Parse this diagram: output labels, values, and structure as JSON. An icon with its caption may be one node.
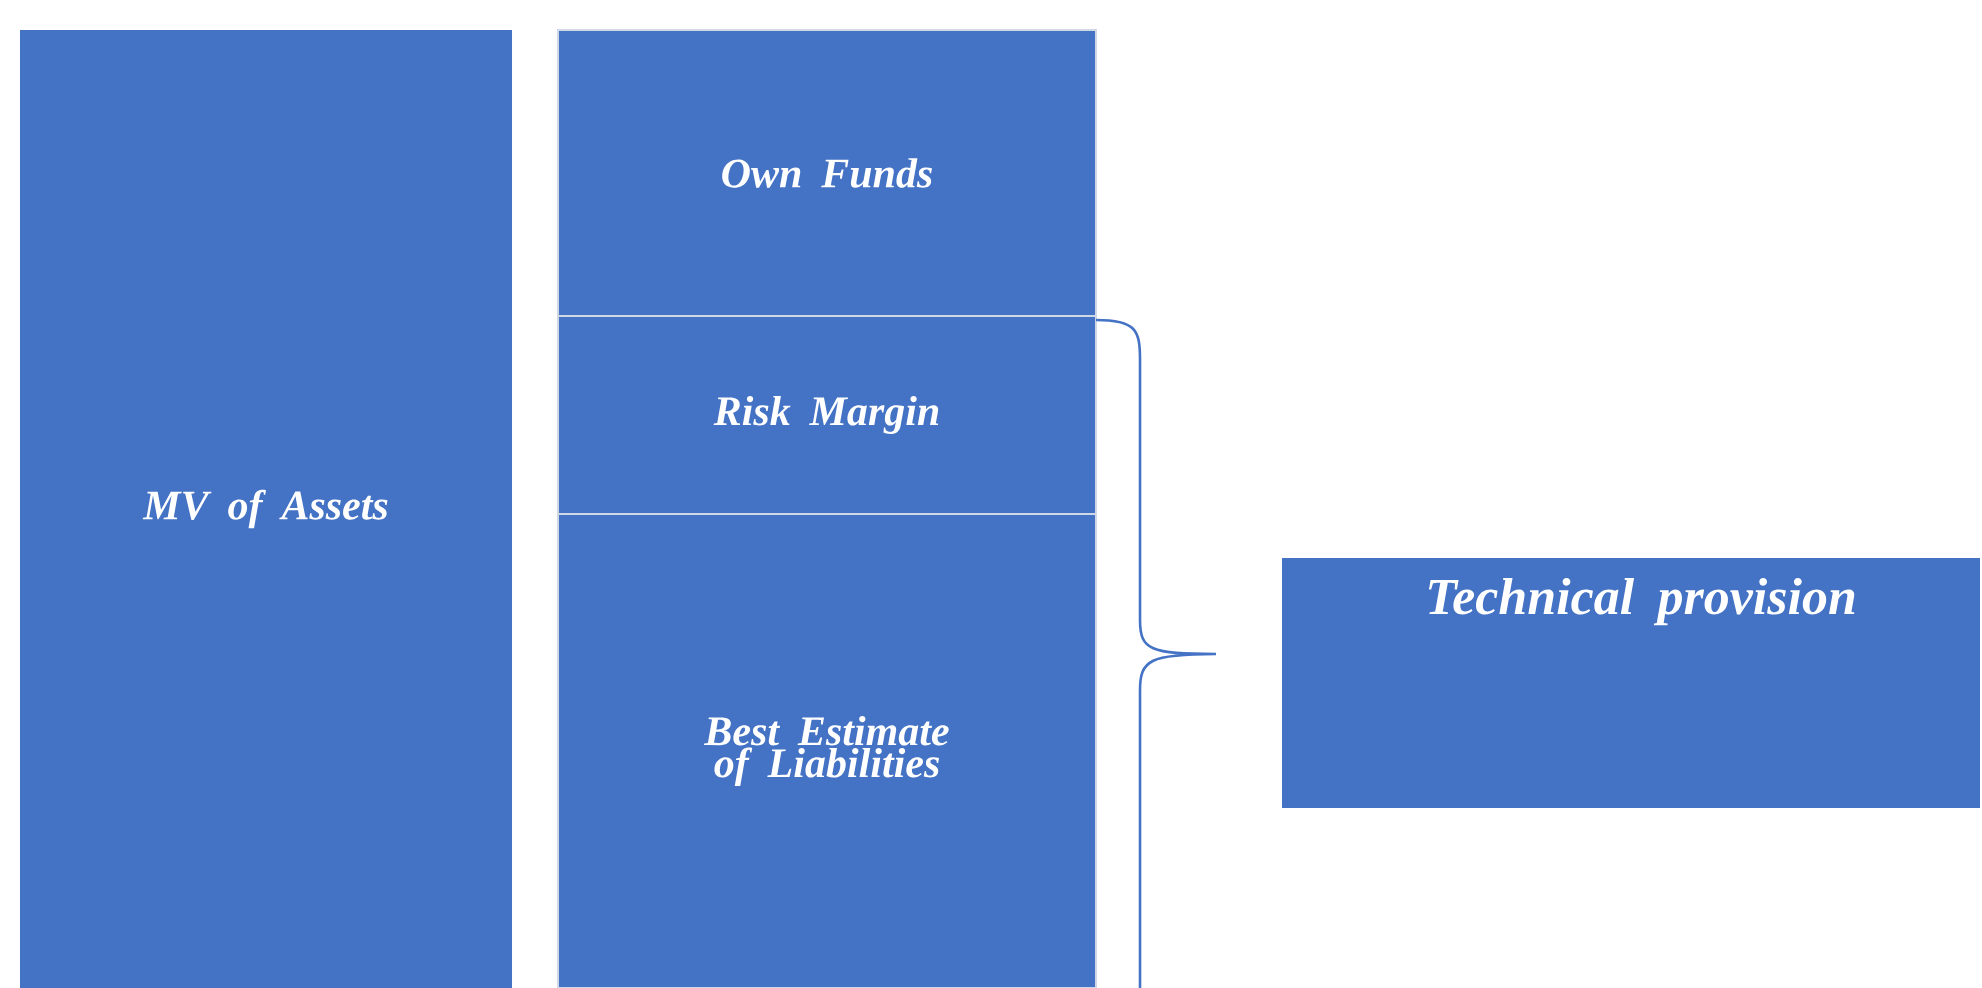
{
  "diagram": {
    "nodes": [
      {
        "text": [
          "MV of Assets"
        ]
      },
      {
        "text": [
          "Own Funds"
        ]
      },
      {
        "text": [
          "Risk Margin"
        ]
      },
      {
        "text": [
          "Best Estimate of Liabilities"
        ]
      },
      {
        "text": [
          "Technical provision"
        ]
      }
    ]
  }
}
